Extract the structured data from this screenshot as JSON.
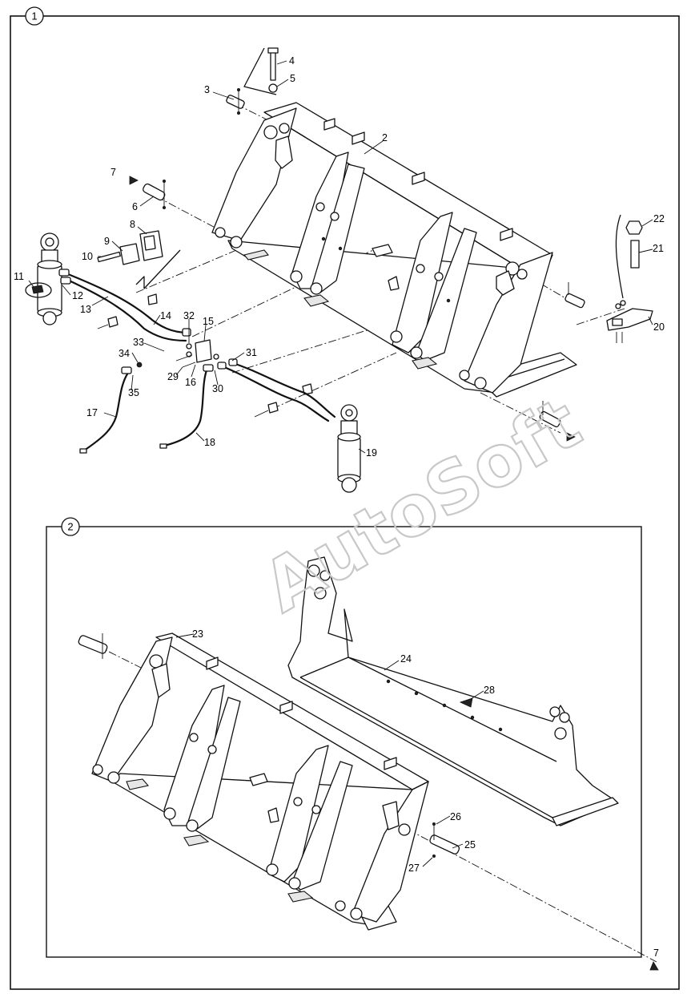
{
  "panels": [
    {
      "number": "1"
    },
    {
      "number": "2"
    }
  ],
  "watermark": "AutoSoft",
  "callouts": [
    {
      "label": "2"
    },
    {
      "label": "3"
    },
    {
      "label": "4"
    },
    {
      "label": "5"
    },
    {
      "label": "6"
    },
    {
      "label": "7"
    },
    {
      "label": "8"
    },
    {
      "label": "9"
    },
    {
      "label": "10"
    },
    {
      "label": "11"
    },
    {
      "label": "12"
    },
    {
      "label": "13"
    },
    {
      "label": "14"
    },
    {
      "label": "15"
    },
    {
      "label": "16"
    },
    {
      "label": "17"
    },
    {
      "label": "18"
    },
    {
      "label": "19"
    },
    {
      "label": "20"
    },
    {
      "label": "21"
    },
    {
      "label": "22"
    },
    {
      "label": "23"
    },
    {
      "label": "24"
    },
    {
      "label": "25"
    },
    {
      "label": "26"
    },
    {
      "label": "27"
    },
    {
      "label": "28"
    },
    {
      "label": "29"
    },
    {
      "label": "30"
    },
    {
      "label": "31"
    },
    {
      "label": "32"
    },
    {
      "label": "33"
    },
    {
      "label": "34"
    },
    {
      "label": "35"
    },
    {
      "label": "7"
    }
  ]
}
